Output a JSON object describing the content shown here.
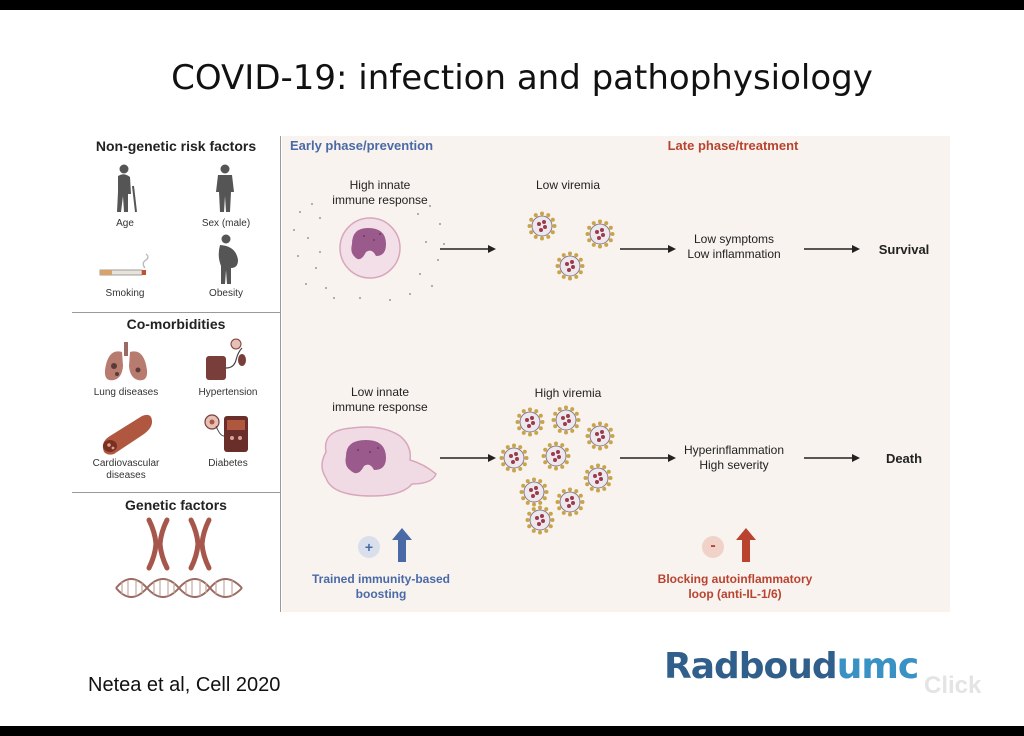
{
  "slide": {
    "title": "COVID-19: infection and pathophysiology",
    "citation": "Netea et al, Cell 2020",
    "logo_part1": "Radboud",
    "logo_part2": "umc",
    "watermark": "Click"
  },
  "left": {
    "nongenetic_header": "Non-genetic risk factors",
    "age": "Age",
    "sex": "Sex (male)",
    "smoking": "Smoking",
    "obesity": "Obesity",
    "comorb_header": "Co-morbidities",
    "lung": "Lung diseases",
    "hypertension": "Hypertension",
    "cardio_line1": "Cardiovascular",
    "cardio_line2": "diseases",
    "diabetes": "Diabetes",
    "genetic_header": "Genetic factors"
  },
  "right": {
    "early_header": "Early phase/prevention",
    "late_header": "Late phase/treatment",
    "high_innate_1": "High innate",
    "high_innate_2": "immune response",
    "low_viremia": "Low viremia",
    "low_symptoms": "Low symptoms",
    "low_inflammation": "Low inflammation",
    "survival": "Survival",
    "low_innate_1": "Low innate",
    "low_innate_2": "immune response",
    "high_viremia": "High viremia",
    "hyperinflammation": "Hyperinflammation",
    "high_severity": "High severity",
    "death": "Death",
    "plus_sign": "+",
    "minus_sign": "-",
    "trained_1": "Trained immunity-based",
    "trained_2": "boosting",
    "blocking_1": "Blocking autoinflammatory",
    "blocking_2": "loop (anti-IL-1/6)"
  },
  "colors": {
    "early_blue": "#4a6aa7",
    "late_red": "#b9432f",
    "panel_bg": "#f8f3ef",
    "logo_dark": "#2f5f8a",
    "logo_light": "#3a91c4"
  }
}
